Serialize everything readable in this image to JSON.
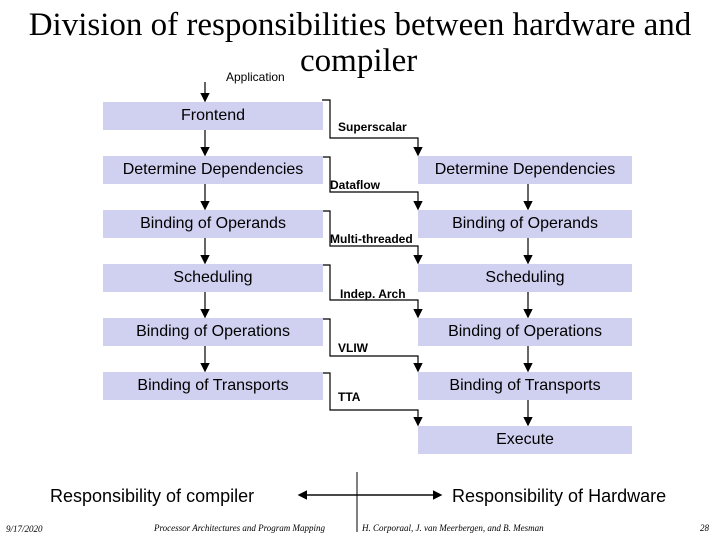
{
  "title": {
    "line1": "Division of responsibilities between hardware and",
    "line2": "compiler"
  },
  "application_label": "Application",
  "left_boxes": [
    "Frontend",
    "Determine Dependencies",
    "Binding of Operands",
    "Scheduling",
    "Binding of Operations",
    "Binding of Transports"
  ],
  "right_boxes": [
    "Determine Dependencies",
    "Binding of Operands",
    "Scheduling",
    "Binding of Operations",
    "Binding of Transports",
    "Execute"
  ],
  "architectures": [
    "Superscalar",
    "Dataflow",
    "Multi-threaded",
    "Indep. Arch",
    "VLIW",
    "TTA"
  ],
  "responsibility": {
    "compiler": "Responsibility of compiler",
    "hardware": "Responsibility of Hardware"
  },
  "footer": {
    "date": "9/17/2020",
    "course": "Processor Architectures and Program Mapping",
    "authors": "H. Corporaal, J. van Meerbergen, and B. Mesman",
    "page": "28"
  },
  "colors": {
    "box_fill": "#d0d0f0",
    "line": "#000000"
  }
}
